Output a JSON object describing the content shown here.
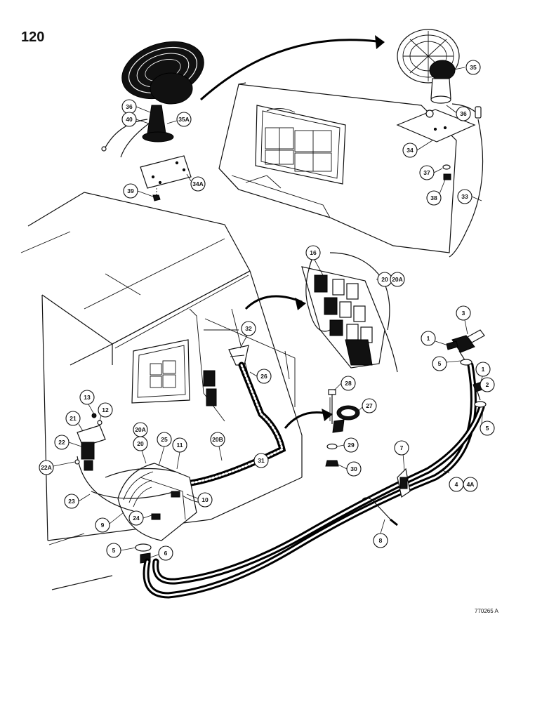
{
  "page_number": "120",
  "drawing_ref": "770265 A",
  "callouts": {
    "c35": "35",
    "c36a": "36",
    "c40": "40",
    "c35a": "35A",
    "c34a": "34A",
    "c39": "39",
    "c36b": "36",
    "c34": "34",
    "c37": "37",
    "c38": "38",
    "c33": "33",
    "c16": "16",
    "c20a": "20",
    "c20b": "20A",
    "c32": "32",
    "c26": "26",
    "c28": "28",
    "c27": "27",
    "c29": "29",
    "c30": "30",
    "c13": "13",
    "c12": "12",
    "c21": "21",
    "c22": "22",
    "c22a": "22A",
    "c20c": "20A",
    "c20d": "20",
    "c25": "25",
    "c11": "11",
    "c20e": "20B",
    "c31": "31",
    "c10": "10",
    "c23": "23",
    "c24": "24",
    "c9": "9",
    "c5a": "5",
    "c6": "6",
    "c3": "3",
    "c1a": "1",
    "c5b": "5",
    "c1b": "1",
    "c2": "2",
    "c5c": "5",
    "c7": "7",
    "c4": "4",
    "c4a": "4A",
    "c8": "8"
  }
}
